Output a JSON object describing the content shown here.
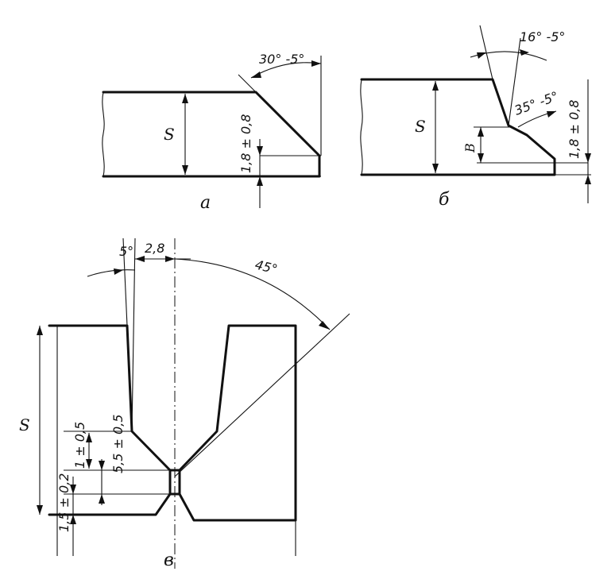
{
  "figures": {
    "a": {
      "caption": "а",
      "thickness_label": "S",
      "bevel_angle": "30° -5°",
      "root_face": "1,8 ± 0,8"
    },
    "b": {
      "caption": "б",
      "thickness_label": "S",
      "upper_angle": "16° -5°",
      "lower_angle": "35° -5°",
      "step_height": "B",
      "root_face": "1,8 ± 0,8"
    },
    "c": {
      "caption": "в",
      "thickness_label": "S",
      "groove_angle": "5°",
      "offset": "2,8",
      "bevel_angle": "45°",
      "tol_1": "1 ± 0,5",
      "tol_2": "5,5 ± 0,5",
      "tol_3": "1,5 ± 0,2"
    }
  }
}
